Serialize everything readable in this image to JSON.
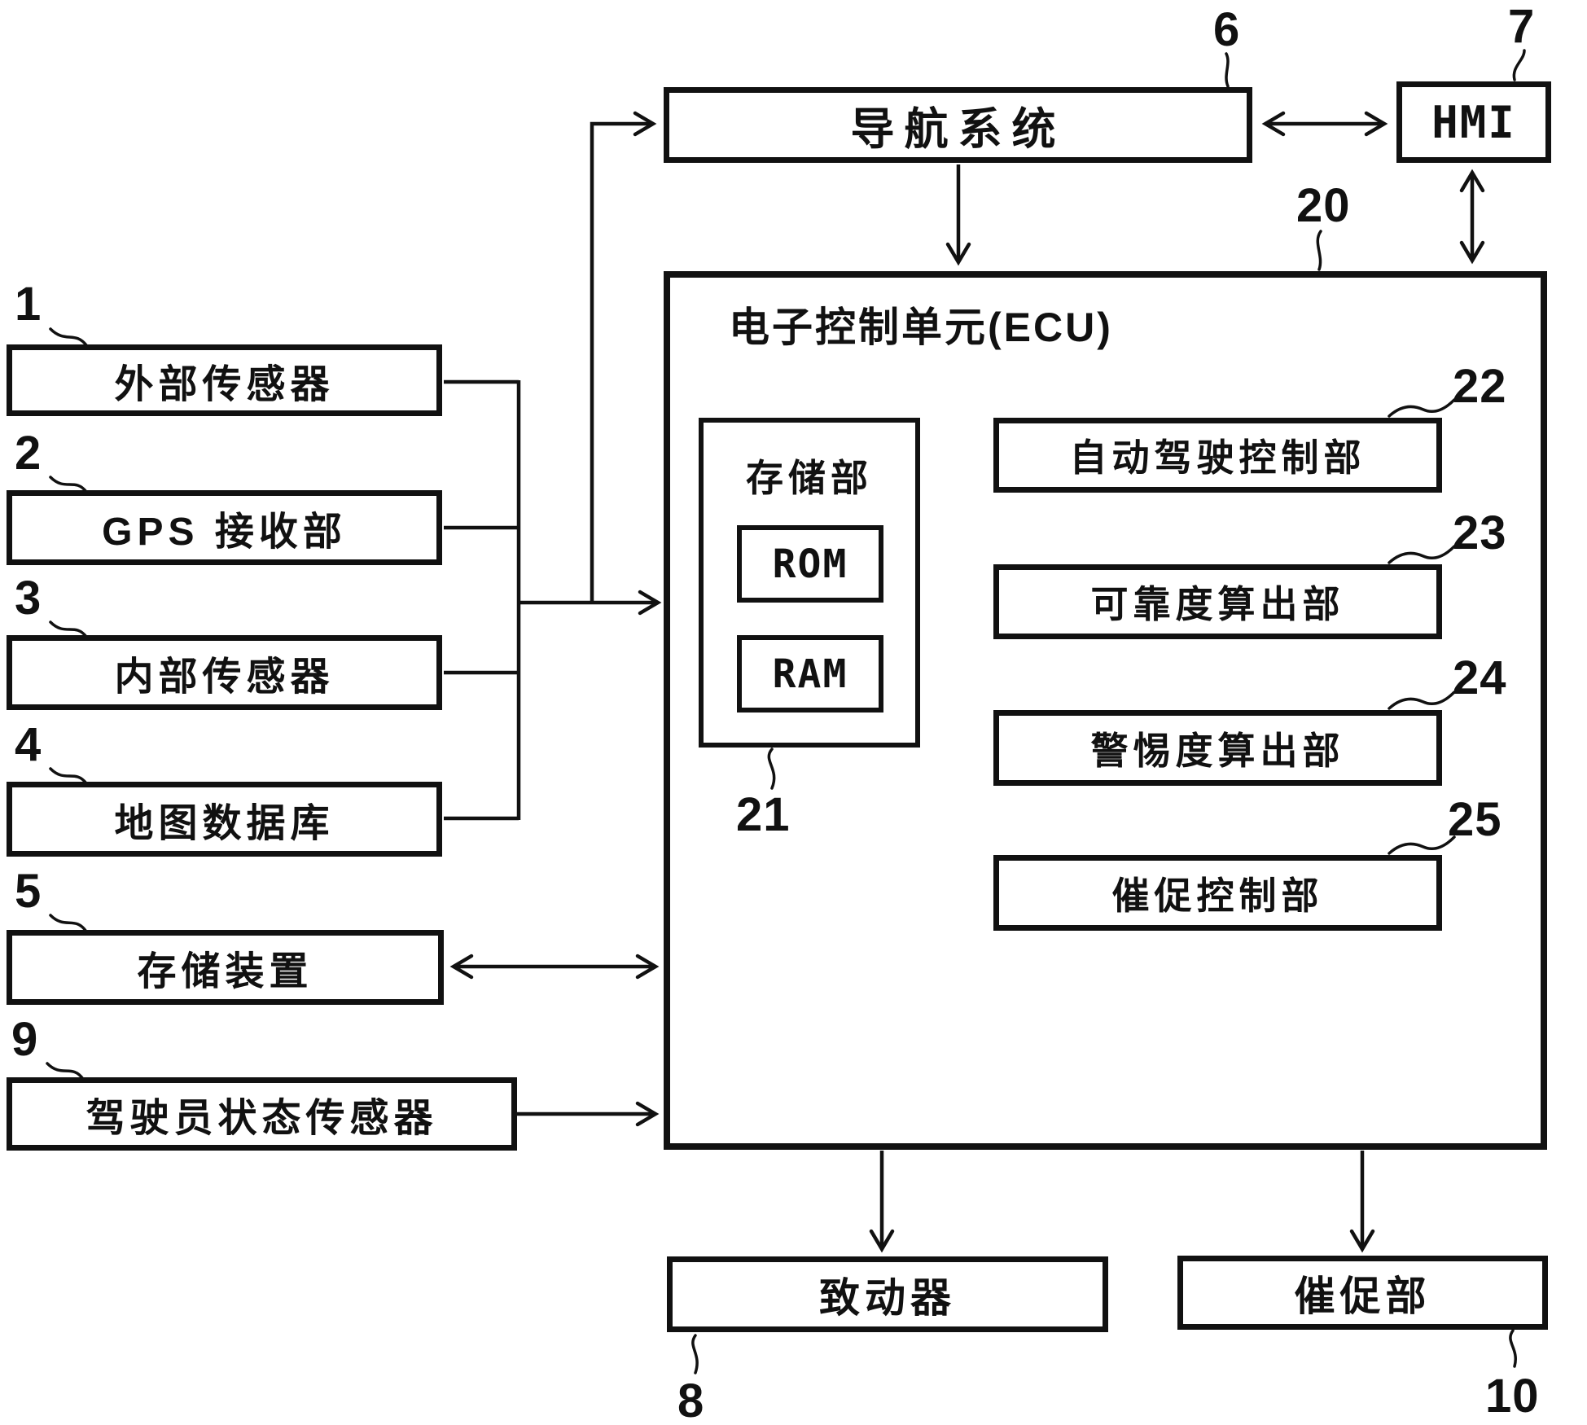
{
  "figure": {
    "ink_color": "#111111",
    "background_color": "#ffffff"
  },
  "blocks": {
    "external_sensor": {
      "ref": "1",
      "label": "外部传感器"
    },
    "gps_receiver": {
      "ref": "2",
      "label": "GPS 接收部"
    },
    "internal_sensor": {
      "ref": "3",
      "label": "内部传感器"
    },
    "map_database": {
      "ref": "4",
      "label": "地图数据库"
    },
    "storage_device": {
      "ref": "5",
      "label": "存储装置"
    },
    "driver_state_sensor": {
      "ref": "9",
      "label": "驾驶员状态传感器"
    },
    "navigation_system": {
      "ref": "6",
      "label": "导航系统"
    },
    "hmi": {
      "ref": "7",
      "label": "HMI"
    },
    "ecu": {
      "ref": "20",
      "label": "电子控制单元(ECU)"
    },
    "storage_unit": {
      "ref": "21",
      "label": "存储部"
    },
    "rom": {
      "label": "ROM"
    },
    "ram": {
      "label": "RAM"
    },
    "autodrive_control": {
      "ref": "22",
      "label": "自动驾驶控制部"
    },
    "reliability_calc": {
      "ref": "23",
      "label": "可靠度算出部"
    },
    "alertness_calc": {
      "ref": "24",
      "label": "警惕度算出部"
    },
    "prompt_control": {
      "ref": "25",
      "label": "催促控制部"
    },
    "actuator": {
      "ref": "8",
      "label": "致动器"
    },
    "prompt_unit": {
      "ref": "10",
      "label": "催促部"
    }
  }
}
